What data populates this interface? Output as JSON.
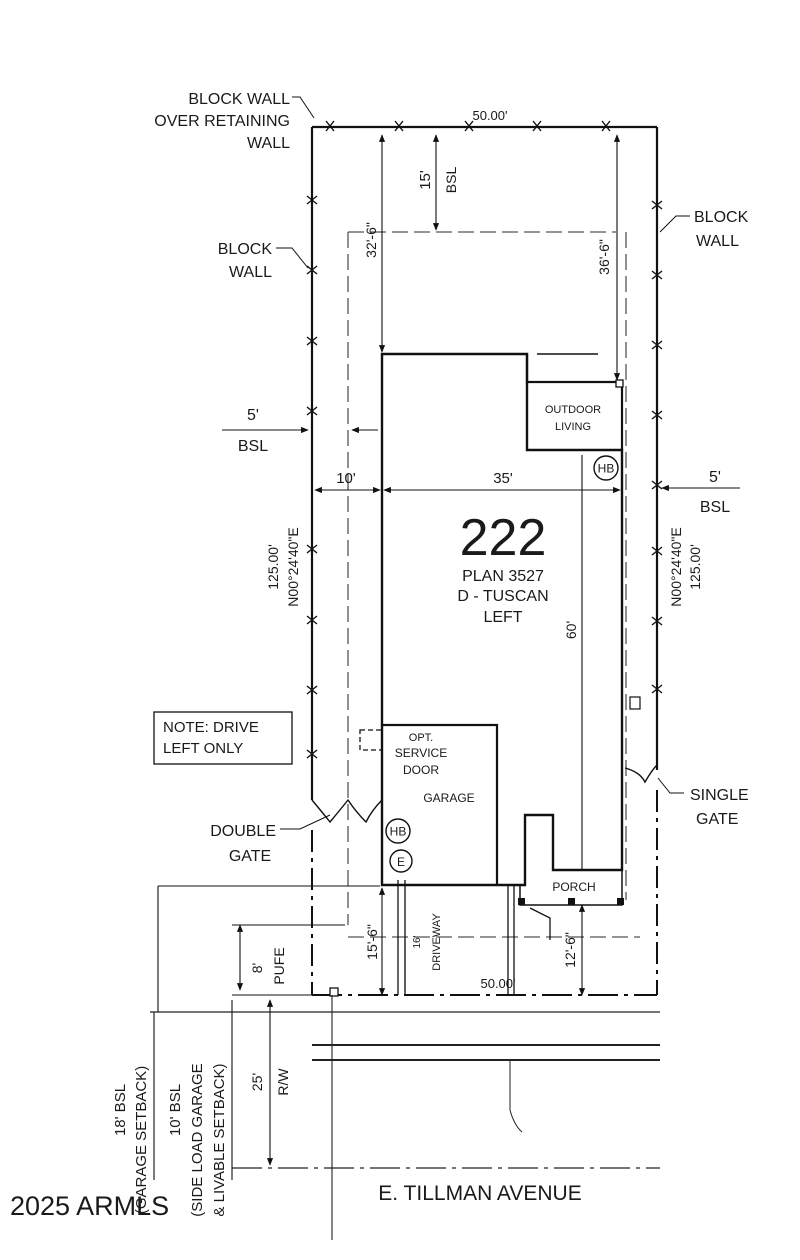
{
  "lot": {
    "number": "222",
    "plan": "PLAN 3527",
    "elevation": "D - TUSCAN",
    "orientation": "LEFT"
  },
  "labels": {
    "block_wall_over_retaining_1": "BLOCK WALL",
    "block_wall_over_retaining_2": "OVER RETAINING",
    "block_wall_over_retaining_3": "WALL",
    "block_wall_left_1": "BLOCK",
    "block_wall_left_2": "WALL",
    "block_wall_right_1": "BLOCK",
    "block_wall_right_2": "WALL",
    "left_bsl_value": "5'",
    "left_bsl_label": "BSL",
    "right_bsl_value": "5'",
    "right_bsl_label": "BSL",
    "outdoor_living_1": "OUTDOOR",
    "outdoor_living_2": "LIVING",
    "hb": "HB",
    "e": "E",
    "note_1": "NOTE: DRIVE",
    "note_2": "LEFT ONLY",
    "opt_service_door_1": "OPT.",
    "opt_service_door_2": "SERVICE",
    "opt_service_door_3": "DOOR",
    "garage": "GARAGE",
    "porch": "PORCH",
    "double_gate_1": "DOUBLE",
    "double_gate_2": "GATE",
    "single_gate_1": "SINGLE",
    "single_gate_2": "GATE",
    "pufe": "PUFE",
    "driveway": "DRIVEWAY",
    "rw": "R/W",
    "street": "E. TILLMAN AVENUE",
    "bsl_18": "18' BSL",
    "garage_setback": "(GARAGE SETBACK)",
    "bsl_10": "10' BSL",
    "side_load_garage": "(SIDE LOAD GARAGE",
    "livable_setback": "& LIVABLE SETBACK)",
    "copyright": "2025 ARMLS"
  },
  "dimensions": {
    "top_frontage": "50.00'",
    "bottom_frontage": "50.00'",
    "rear_bsl": "15'",
    "rear_bsl_label": "BSL",
    "left_rear_setback": "32'-6\"",
    "right_rear_setback": "36'-6\"",
    "left_side_offset": "10'",
    "house_width": "35'",
    "left_bearing": "N00°24'40\"E",
    "left_length": "125.00'",
    "right_bearing": "N00°24'40\"E",
    "right_length": "125.00'",
    "house_depth": "60'",
    "front_setback_left": "15'-6\"",
    "front_setback_right": "12'-6\"",
    "driveway_width": "16'",
    "pufe_depth": "8'",
    "rw_depth": "25'"
  }
}
